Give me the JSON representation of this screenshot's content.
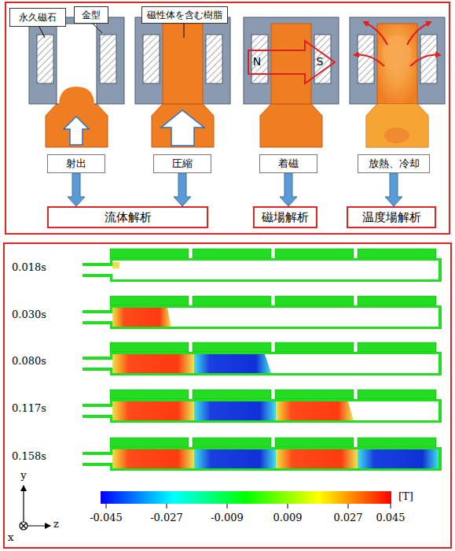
{
  "diagram": {
    "nodes": [
      {
        "text": [
          "永久磁石"
        ]
      },
      {
        "text": [
          "金型"
        ]
      },
      {
        "text": [
          "磁性体を含む樹脂"
        ]
      },
      {
        "text": [
          "射出"
        ]
      },
      {
        "text": [
          "圧縮"
        ]
      },
      {
        "text": [
          "着磁"
        ]
      },
      {
        "text": [
          "放熱、冷却"
        ]
      },
      {
        "text": [
          "流体解析"
        ]
      },
      {
        "text": [
          "磁場解析"
        ]
      },
      {
        "text": [
          "温度場解析"
        ]
      }
    ],
    "edges": [
      {
        "from": 3,
        "to": 7,
        "arrow": "to"
      },
      {
        "from": 4,
        "to": 7,
        "arrow": "to"
      },
      {
        "from": 5,
        "to": 8,
        "arrow": "to"
      },
      {
        "from": 6,
        "to": 9,
        "arrow": "to"
      }
    ],
    "labels": [
      "N",
      "S",
      "0.018s",
      "0.030s",
      "0.080s",
      "0.117s",
      "0.158s",
      "-0.045",
      "-0.027",
      "-0.009",
      "0.009",
      "0.027",
      "0.045",
      "[T]",
      "y",
      "x",
      "z"
    ]
  }
}
